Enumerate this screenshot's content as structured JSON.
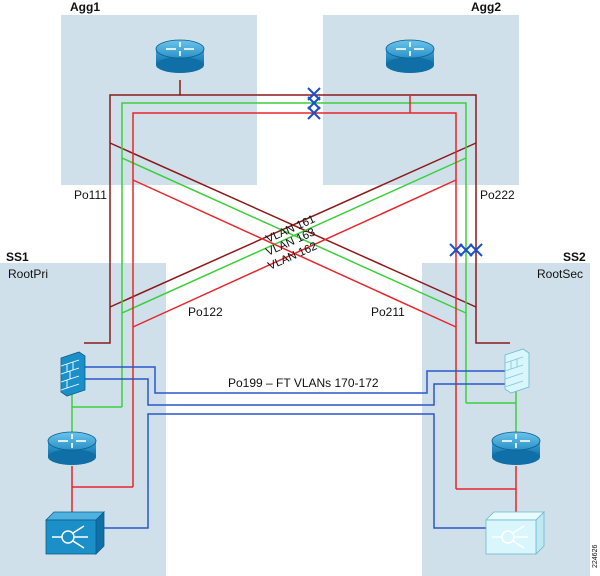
{
  "zones": {
    "agg1": {
      "label": "Agg1"
    },
    "agg2": {
      "label": "Agg2"
    },
    "ss1": {
      "label": "SS1",
      "role": "RootPri"
    },
    "ss2": {
      "label": "SS2",
      "role": "RootSec"
    }
  },
  "links": {
    "po111": "Po111",
    "po222": "Po222",
    "po122": "Po122",
    "po211": "Po211",
    "po199": "Po199 – FT VLANs 170-172"
  },
  "vlans": [
    "VLAN 161",
    "VLAN 163",
    "VLAN 162"
  ],
  "figure_id": "224626",
  "colors": {
    "zone": "#cfe0ea",
    "dark_red": "#8b1a1a",
    "red": "#e8262b",
    "green": "#3ccf3c",
    "blue": "#2a57c9",
    "device_blue": "#1a8fc8",
    "device_light": "#d8f6fb",
    "blocked": "#1a4fd0"
  },
  "icons": {
    "agg1": "router-icon",
    "agg2": "router-icon",
    "ss1_firewall": "firewall-icon",
    "ss2_firewall": "firewall-icon",
    "ss1_router": "router-icon",
    "ss2_router": "router-icon",
    "ss1_content": "content-switch-icon",
    "ss2_content": "content-switch-icon"
  }
}
